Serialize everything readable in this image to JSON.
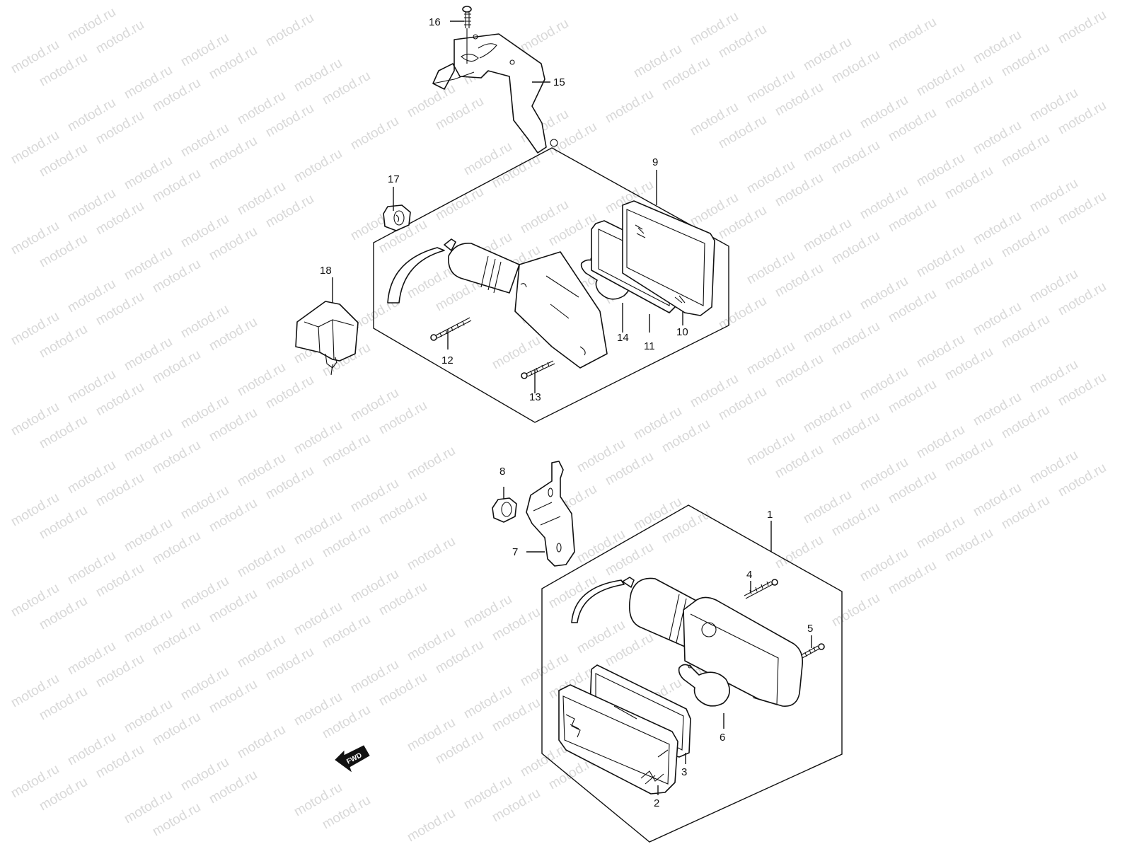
{
  "diagram": {
    "title": "Turn signal lamp assembly — exploded parts view",
    "watermark": "motod.ru",
    "fwd_label": "FWD",
    "callouts": [
      {
        "id": "c1",
        "num": "1",
        "part": "front-turn-signal-assembly"
      },
      {
        "id": "c2",
        "num": "2",
        "part": "lens"
      },
      {
        "id": "c3",
        "num": "3",
        "part": "lens-gasket"
      },
      {
        "id": "c4",
        "num": "4",
        "part": "screw"
      },
      {
        "id": "c5",
        "num": "5",
        "part": "screw"
      },
      {
        "id": "c6",
        "num": "6",
        "part": "bulb"
      },
      {
        "id": "c7",
        "num": "7",
        "part": "bracket"
      },
      {
        "id": "c8",
        "num": "8",
        "part": "nut"
      },
      {
        "id": "c9",
        "num": "9",
        "part": "rear-turn-signal-assembly"
      },
      {
        "id": "c10",
        "num": "10",
        "part": "lens"
      },
      {
        "id": "c11",
        "num": "11",
        "part": "lens-gasket"
      },
      {
        "id": "c12",
        "num": "12",
        "part": "screw"
      },
      {
        "id": "c13",
        "num": "13",
        "part": "screw"
      },
      {
        "id": "c14",
        "num": "14",
        "part": "bulb"
      },
      {
        "id": "c15",
        "num": "15",
        "part": "relay-bracket"
      },
      {
        "id": "c16",
        "num": "16",
        "part": "screw"
      },
      {
        "id": "c17",
        "num": "17",
        "part": "nut"
      },
      {
        "id": "c18",
        "num": "18",
        "part": "turn-signal-relay"
      }
    ]
  }
}
